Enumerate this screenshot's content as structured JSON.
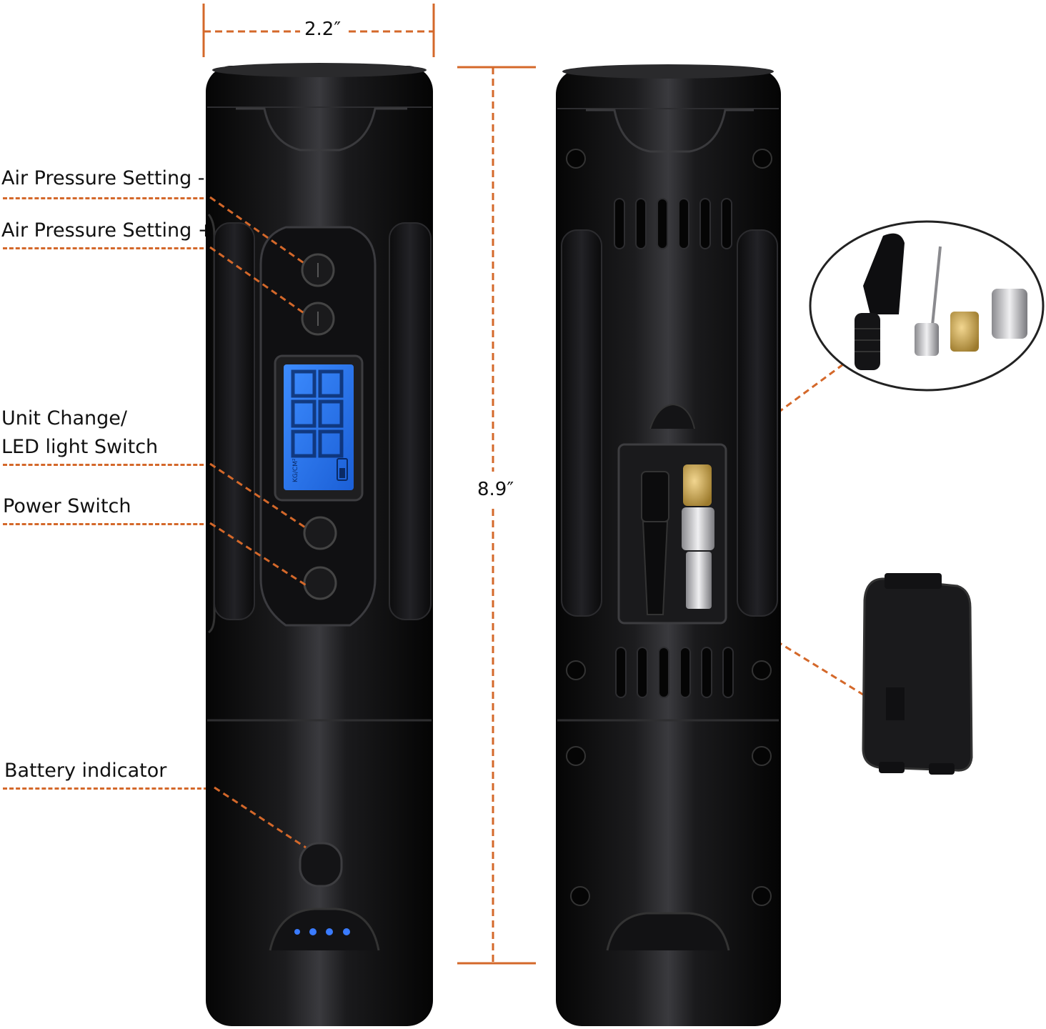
{
  "dimensions": {
    "width": "2.2″",
    "height": "8.9″"
  },
  "callouts": {
    "pressure_minus": "Air Pressure Setting -",
    "pressure_plus": "Air Pressure Setting +",
    "unit_change_line1": "Unit Change/",
    "unit_change_line2": "LED light Switch",
    "power_switch": "Power Switch",
    "battery_indicator": "Battery indicator"
  },
  "lcd": {
    "unit": "KG/CM²"
  },
  "colors": {
    "accent": "#d4682a",
    "lcd": "#2a78f0",
    "body": "#0b0b0c",
    "battery_led": "#3a7bff"
  }
}
